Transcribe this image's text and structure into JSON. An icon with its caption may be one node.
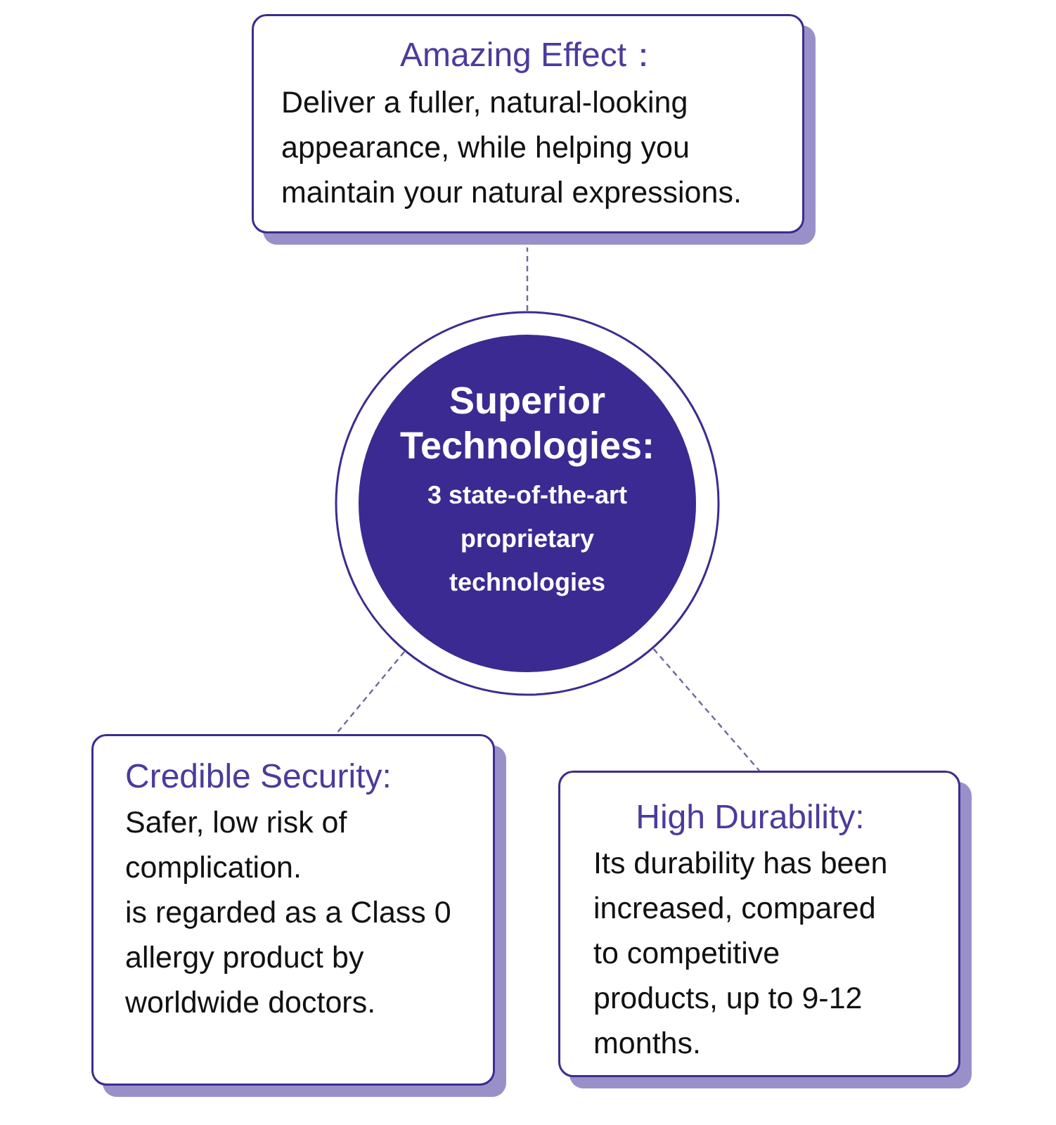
{
  "diagram": {
    "nodes": [
      {
        "text": [
          "Amazing Effect：",
          "Deliver a fuller, natural-looking appearance, while helping you maintain your natural expressions."
        ]
      },
      {
        "text": [
          "Superior Technologies:",
          "3 state-of-the-art proprietary technologies"
        ]
      },
      {
        "text": [
          "Credible Security:",
          "Safer, low risk of complication.",
          "is regarded as a Class 0 allergy product by worldwide doctors."
        ]
      },
      {
        "text": [
          "High Durability:",
          "Its durability has been increased, compared to competitive products, up to 9-12 months."
        ]
      }
    ],
    "edges": [
      {
        "from": 1,
        "to": 0,
        "arrow": "none",
        "style": "dashed"
      },
      {
        "from": 1,
        "to": 2,
        "arrow": "none",
        "style": "dashed"
      },
      {
        "from": 1,
        "to": 3,
        "arrow": "none",
        "style": "dashed"
      }
    ]
  }
}
